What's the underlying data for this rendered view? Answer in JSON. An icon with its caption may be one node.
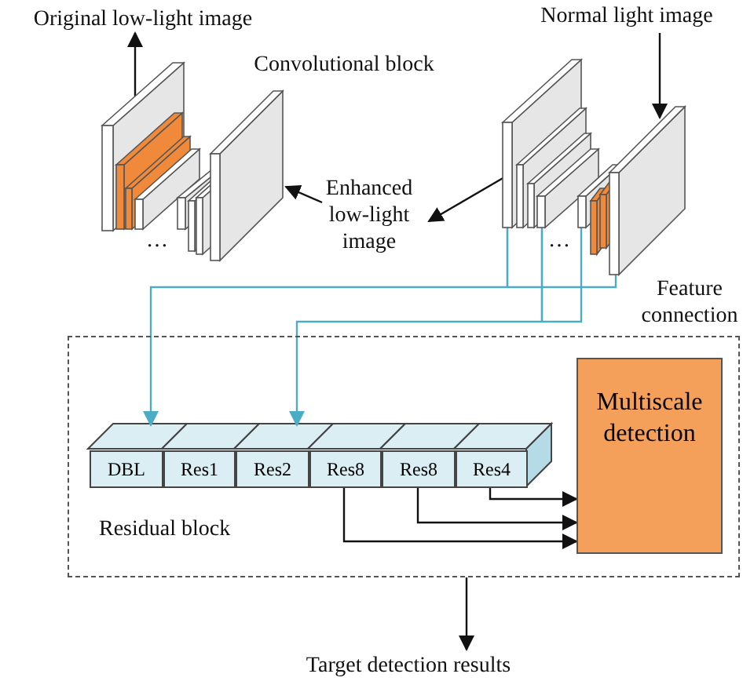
{
  "diagram": {
    "nodes": [
      {
        "text": [
          "Original low-light image"
        ]
      },
      {
        "text": [],
        "shape": "picture"
      },
      {
        "text": [
          "Enhanced low-light image"
        ]
      },
      {
        "text": [
          "Normal light image"
        ]
      },
      {
        "text": [],
        "shape": "picture"
      },
      {
        "text": [
          "Residual block"
        ]
      },
      {
        "text": [
          "DBL"
        ],
        "in": 5
      },
      {
        "text": [
          "Res1"
        ],
        "in": 5
      },
      {
        "text": [
          "Res2"
        ],
        "in": 5
      },
      {
        "text": [
          "Res8"
        ],
        "in": 5
      },
      {
        "text": [
          "Res8"
        ],
        "in": 5
      },
      {
        "text": [
          "Res4"
        ],
        "in": 5
      },
      {
        "text": [
          "Multiscale detection"
        ],
        "in": 5
      },
      {
        "text": [
          "Target detection results"
        ]
      }
    ],
    "edges": [
      {
        "from": 1,
        "to": 0,
        "arrow": "to"
      },
      {
        "from": 2,
        "to": 1,
        "arrow": "to"
      },
      {
        "from": 4,
        "to": 2,
        "arrow": "to"
      },
      {
        "from": 3,
        "to": 4,
        "arrow": "to"
      },
      {
        "from": 4,
        "to": 6,
        "arrow": "to",
        "color": "#4bacc6"
      },
      {
        "from": 4,
        "to": 8,
        "arrow": "to",
        "color": "#4bacc6"
      },
      {
        "from": 11,
        "to": 12,
        "arrow": "to"
      },
      {
        "from": 10,
        "to": 12,
        "arrow": "to"
      },
      {
        "from": 9,
        "to": 12,
        "arrow": "to"
      },
      {
        "from": 5,
        "to": 13,
        "arrow": "to"
      }
    ],
    "labels": [
      "Convolutional block",
      "…",
      "…",
      "Feature connection"
    ]
  }
}
